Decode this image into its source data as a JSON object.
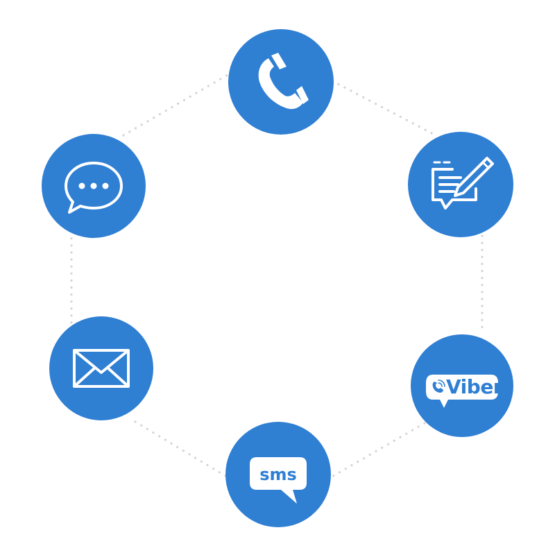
{
  "colors": {
    "accent": "#2F7FD3",
    "connector": "#D4D4D4",
    "icon": "#FFFFFF"
  },
  "nodes": [
    {
      "id": "phone",
      "icon": "phone-icon"
    },
    {
      "id": "note",
      "icon": "note-pen-icon"
    },
    {
      "id": "viber",
      "icon": "viber-icon",
      "label": "Viber"
    },
    {
      "id": "sms",
      "icon": "sms-bubble-icon",
      "label": "sms"
    },
    {
      "id": "email",
      "icon": "envelope-icon"
    },
    {
      "id": "chat",
      "icon": "chat-bubble-icon"
    }
  ]
}
